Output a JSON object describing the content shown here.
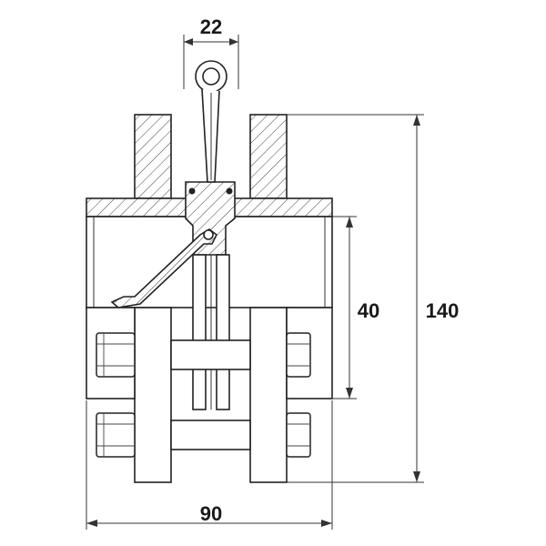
{
  "dimensions": {
    "top_width": "22",
    "overall_width": "90",
    "overall_height": "140",
    "inner_height": "40"
  },
  "colors": {
    "line": "#222222",
    "background": "#ffffff"
  }
}
